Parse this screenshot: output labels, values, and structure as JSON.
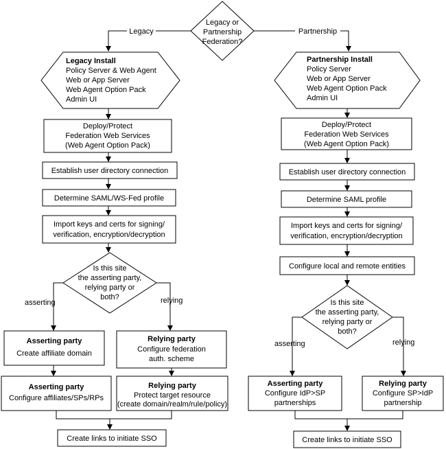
{
  "decision_top": {
    "line1": "Legacy or",
    "line2": "Partnership",
    "line3": "Federation?"
  },
  "branch_labels": {
    "legacy": "Legacy",
    "partnership": "Partnership",
    "asserting": "asserting",
    "relying": "relying"
  },
  "legacy": {
    "install": {
      "title": "Legacy Install",
      "l1": "Policy Server & Web Agent",
      "l2": "Web or App Server",
      "l3": "Web Agent Option Pack",
      "l4": "Admin UI"
    },
    "deploy": {
      "l1": "Deploy/Protect",
      "l2": "Federation Web Services",
      "l3": "(Web Agent Option Pack)"
    },
    "directory": "Establish user directory connection",
    "profile": "Determine SAML/WS-Fed profile",
    "keys": {
      "l1": "Import keys and certs for signing/",
      "l2": "verification, encryption/decryption"
    },
    "decision": {
      "l1": "Is this site",
      "l2": "the asserting party,",
      "l3": "relying party or",
      "l4": "both?"
    },
    "asserting1": {
      "title": "Asserting party",
      "l1": "Create affiliate domain"
    },
    "asserting2": {
      "title": "Asserting party",
      "l1": "Configure affiliates/SPs/RPs"
    },
    "relying1": {
      "title": "Relying party",
      "l1": "Configure federation",
      "l2": "auth. scheme"
    },
    "relying2": {
      "title": "Relying party",
      "l1": "Protect target resource",
      "l2": "(create domain/realm/rule/policy)"
    },
    "links": "Create links to initiate SSO"
  },
  "partnership": {
    "install": {
      "title": "Partnership Install",
      "l1": "Policy Server",
      "l2": "Web or App Server",
      "l3": "Web Agent Option Pack",
      "l4": "Admin UI"
    },
    "deploy": {
      "l1": "Deploy/Protect",
      "l2": "Federation Web Services",
      "l3": "(Web Agent Option Pack)"
    },
    "directory": "Establish user directory connection",
    "profile": "Determine SAML profile",
    "keys": {
      "l1": "Import keys and certs for signing/",
      "l2": "verification, encryption/decryption"
    },
    "entities": "Configure local and remote entities",
    "decision": {
      "l1": "Is this site",
      "l2": "the asserting party,",
      "l3": "relying party or",
      "l4": "both?"
    },
    "asserting": {
      "title": "Asserting party",
      "l1": "Configure IdP>SP",
      "l2": "partnerships"
    },
    "relying": {
      "title": "Relying party",
      "l1": "Configure SP>IdP",
      "l2": "partnership"
    },
    "links": "Create links to initiate SSO"
  }
}
